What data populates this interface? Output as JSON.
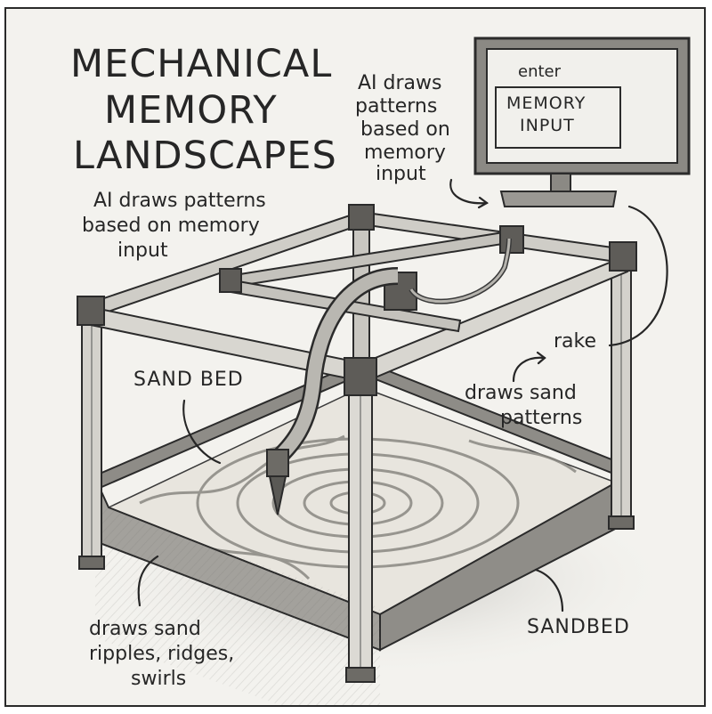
{
  "title": {
    "line1": "MECHANICAL",
    "line2": "MEMORY",
    "line3": "LANDSCAPES"
  },
  "annotations": {
    "ai_left": {
      "line1": "AI draws patterns",
      "line2": "based on memory",
      "line3": "input"
    },
    "ai_right": {
      "line1": "AI draws",
      "line2": "patterns",
      "line3": "based on",
      "line4": "memory",
      "line5": "input"
    },
    "rake": "rake",
    "draws_sand_patterns": {
      "line1": "draws sand",
      "line2": "patterns"
    },
    "sand_bed_left": "SAND BED",
    "sand_bed_right": "SANDBED",
    "draws_ripples": {
      "line1": "draws sand",
      "line2": "ripples, ridges,",
      "line3": "swirls"
    }
  },
  "monitor": {
    "top_text": "enter",
    "input_line1": "MEMORY",
    "input_line2": "INPUT"
  },
  "colors": {
    "paper": "#f3f2ee",
    "ink": "#262626",
    "metal": "#c9c7c1",
    "metal_dark": "#5a5955",
    "sand": "#e6e3dc",
    "bed_side": "#9a9893"
  }
}
